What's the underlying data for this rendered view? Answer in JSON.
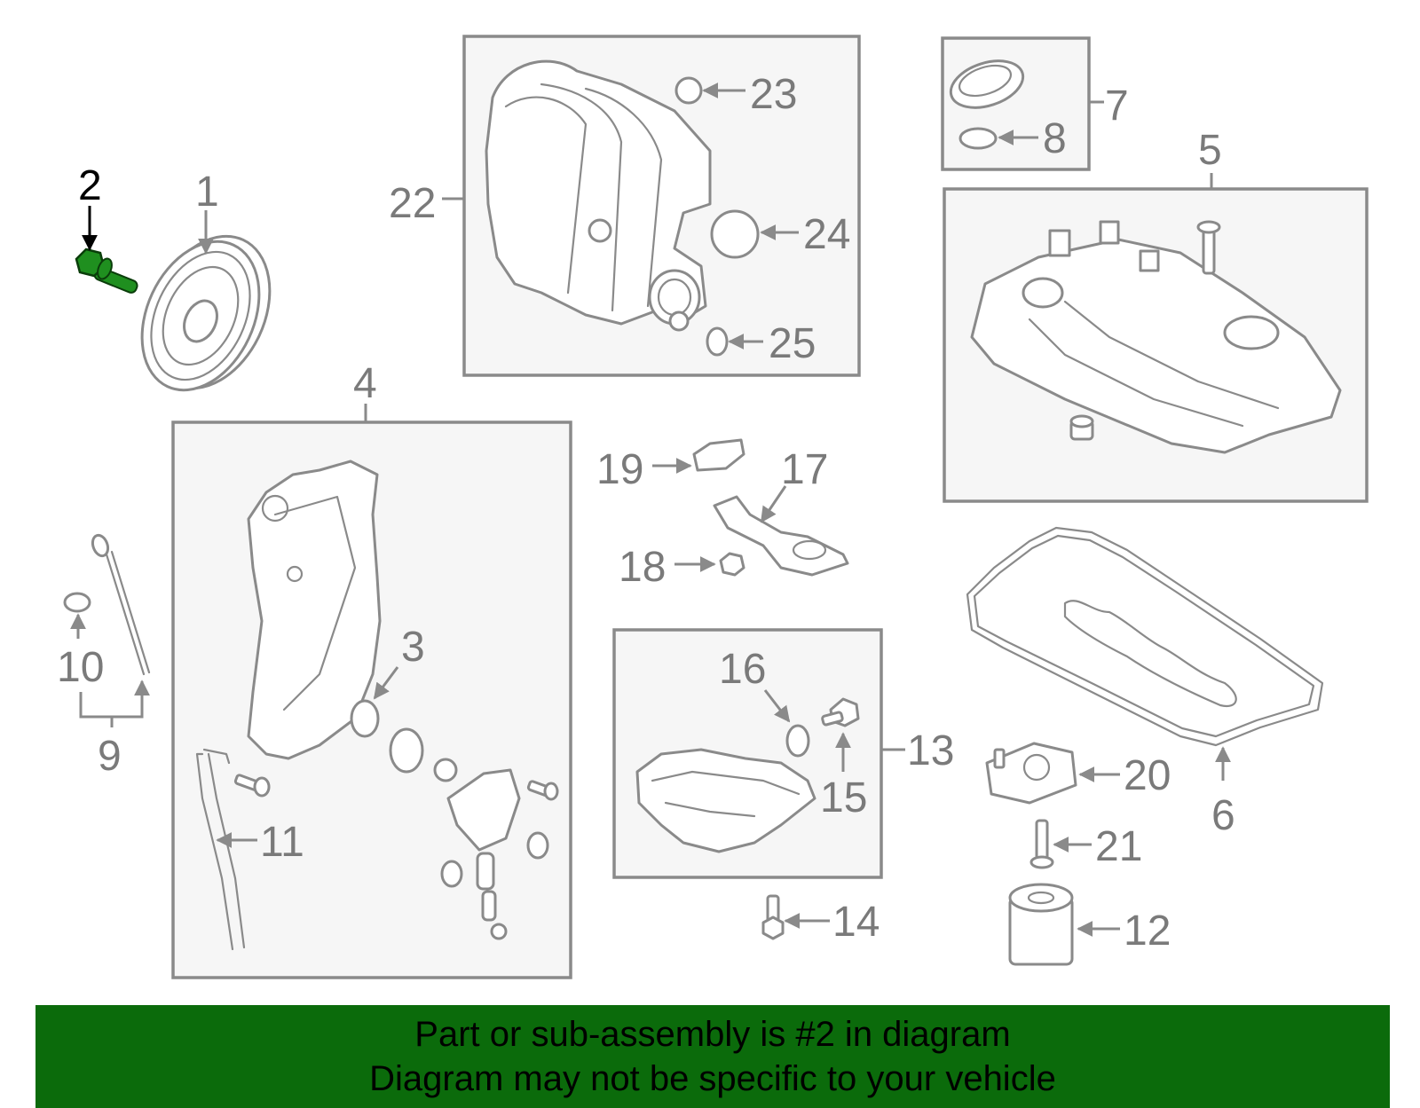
{
  "diagram": {
    "highlighted_part": "2",
    "highlight_color": "#1f8f1f",
    "callouts": {
      "c1": "1",
      "c2": "2",
      "c3": "3",
      "c4": "4",
      "c5": "5",
      "c6": "6",
      "c7": "7",
      "c8": "8",
      "c9": "9",
      "c10": "10",
      "c11": "11",
      "c12": "12",
      "c13": "13",
      "c14": "14",
      "c15": "15",
      "c16": "16",
      "c17": "17",
      "c18": "18",
      "c19": "19",
      "c20": "20",
      "c21": "21",
      "c22": "22",
      "c23": "23",
      "c24": "24",
      "c25": "25"
    }
  },
  "banner": {
    "line1": "Part or sub-assembly is #2 in diagram",
    "line2": "Diagram may not be specific to your vehicle",
    "background": "#0b6b0b"
  }
}
